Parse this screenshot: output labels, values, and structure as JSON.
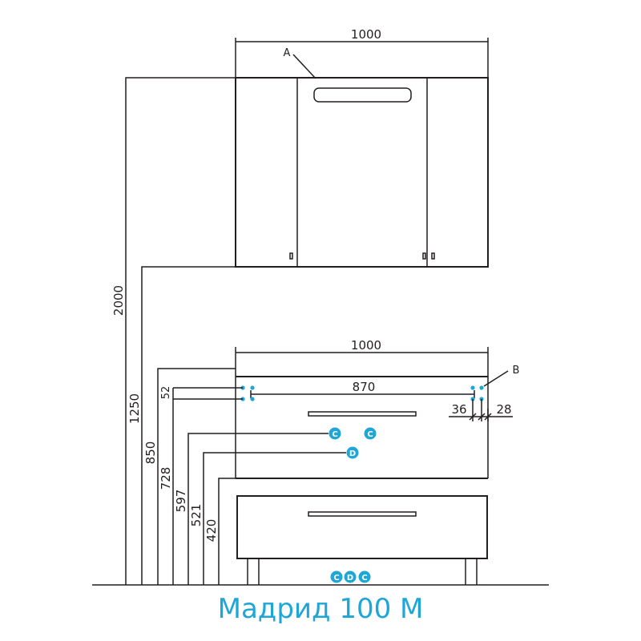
{
  "title": "Мадрид 100 М",
  "colors": {
    "line": "#231f20",
    "accent": "#1ea7d6"
  },
  "dimensions": {
    "cabinet_width": "1000",
    "vanity_width": "1000",
    "inner_width": "870",
    "offset_small": "52",
    "left_gap": "36",
    "right_gap": "28",
    "heights": [
      "2000",
      "1250",
      "850",
      "728",
      "597",
      "521",
      "420"
    ]
  },
  "labels": {
    "a": "A",
    "b": "B",
    "c": "C",
    "d": "D"
  }
}
